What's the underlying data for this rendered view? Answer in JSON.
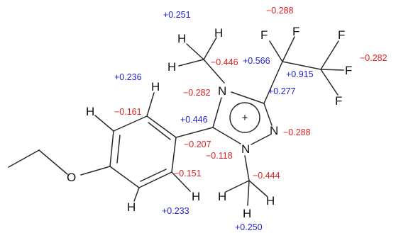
{
  "colors": {
    "positive": "#1f1fd6",
    "negative": "#e02020",
    "bond": "#2a2a2a",
    "atom": "#111111"
  },
  "ring_charge": "+",
  "atoms": [
    {
      "id": "h_methyl1_top",
      "label": "H"
    },
    {
      "id": "h_methyl1_left",
      "label": "H"
    },
    {
      "id": "h_methyl1_inner",
      "label": "H"
    },
    {
      "id": "n1",
      "label": "N"
    },
    {
      "id": "n2",
      "label": "N"
    },
    {
      "id": "n3",
      "label": "N"
    },
    {
      "id": "h_ring_top",
      "label": "H"
    },
    {
      "id": "h_ring_left",
      "label": "H"
    },
    {
      "id": "h_ring_bottom_right",
      "label": "H"
    },
    {
      "id": "h_ring_bottom",
      "label": "H"
    },
    {
      "id": "h_methyl2_a",
      "label": "H"
    },
    {
      "id": "h_methyl2_b",
      "label": "H"
    },
    {
      "id": "h_methyl2_c",
      "label": "H"
    },
    {
      "id": "f1",
      "label": "F"
    },
    {
      "id": "f2",
      "label": "F"
    },
    {
      "id": "f3",
      "label": "F"
    },
    {
      "id": "f4",
      "label": "F"
    },
    {
      "id": "f5",
      "label": "F"
    },
    {
      "id": "o1",
      "label": "O"
    }
  ],
  "charges": [
    {
      "id": "q_h_methyl1",
      "value": "+0.251",
      "sign": "positive"
    },
    {
      "id": "q_cf2_f",
      "value": "-0.288",
      "sign": "negative"
    },
    {
      "id": "q_c_methyl1",
      "value": "-0.446",
      "sign": "negative"
    },
    {
      "id": "q_cf2_c",
      "value": "+0.566",
      "sign": "positive"
    },
    {
      "id": "q_cf3_f",
      "value": "-0.282",
      "sign": "negative"
    },
    {
      "id": "q_h_ring_top",
      "value": "+0.236",
      "sign": "positive"
    },
    {
      "id": "q_cf3_c",
      "value": "+0.915",
      "sign": "positive"
    },
    {
      "id": "q_n1",
      "value": "-0.282",
      "sign": "negative"
    },
    {
      "id": "q_c_triazole",
      "value": "+0.277",
      "sign": "positive"
    },
    {
      "id": "q_c_ring_ortho_top",
      "value": "-0.161",
      "sign": "negative"
    },
    {
      "id": "q_c_triazole_aryl",
      "value": "+0.446",
      "sign": "positive"
    },
    {
      "id": "q_n3",
      "value": "-0.288",
      "sign": "negative"
    },
    {
      "id": "q_c_ipso",
      "value": "-0.207",
      "sign": "negative"
    },
    {
      "id": "q_n2",
      "value": "-0.118",
      "sign": "negative"
    },
    {
      "id": "q_c_ring_ortho_bottom",
      "value": "-0.151",
      "sign": "negative"
    },
    {
      "id": "q_c_methyl2",
      "value": "-0.444",
      "sign": "negative"
    },
    {
      "id": "q_h_ring_bottom",
      "value": "+0.233",
      "sign": "positive"
    },
    {
      "id": "q_h_methyl2",
      "value": "+0.250",
      "sign": "positive"
    }
  ]
}
